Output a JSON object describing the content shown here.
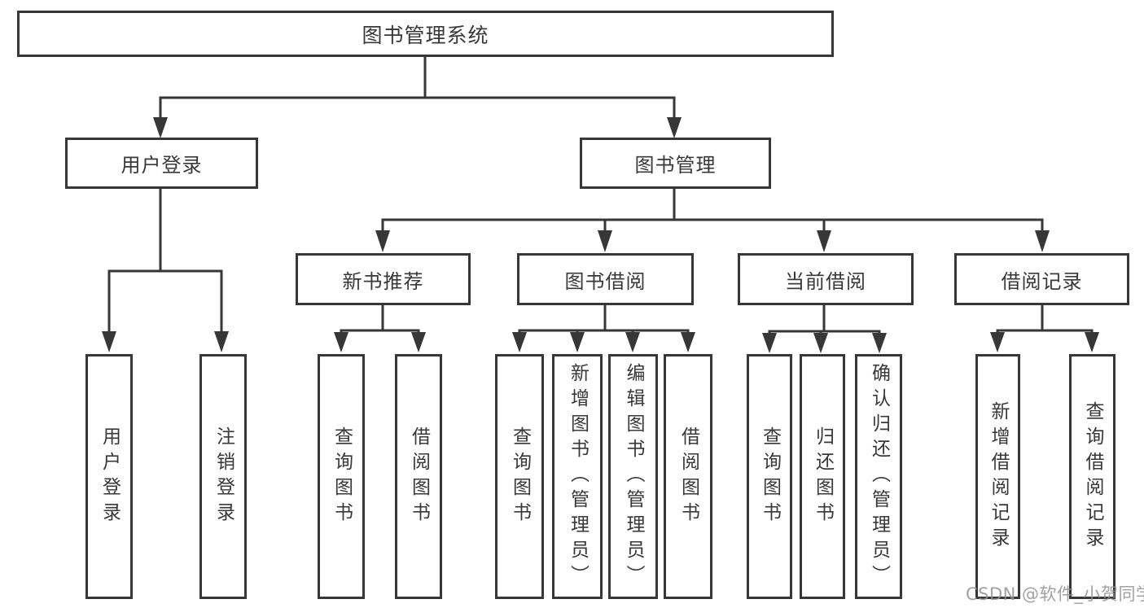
{
  "watermark": "CSDN @软件_小贺同学",
  "colors": {
    "line": "#373737",
    "box_border": "#373737",
    "text": "#383838",
    "watermark": "#919191",
    "background": "#ffffff"
  },
  "diagram": {
    "type": "tree",
    "root": {
      "label": "图书管理系统"
    },
    "branches": [
      {
        "label": "用户登录",
        "children": [
          {
            "label": "用户登录"
          },
          {
            "label": "注销登录"
          }
        ]
      },
      {
        "label": "图书管理",
        "children": [
          {
            "label": "新书推荐",
            "children": [
              {
                "label": "查询图书"
              },
              {
                "label": "借阅图书"
              }
            ]
          },
          {
            "label": "图书借阅",
            "children": [
              {
                "label": "查询图书"
              },
              {
                "label": "新增图书（管理员）"
              },
              {
                "label": "编辑图书（管理员）"
              },
              {
                "label": "借阅图书"
              }
            ]
          },
          {
            "label": "当前借阅",
            "children": [
              {
                "label": "查询图书"
              },
              {
                "label": "归还图书"
              },
              {
                "label": "确认归还（管理员）"
              }
            ]
          },
          {
            "label": "借阅记录",
            "children": [
              {
                "label": "新增借阅记录"
              },
              {
                "label": "查询借阅记录"
              }
            ]
          }
        ]
      }
    ]
  }
}
